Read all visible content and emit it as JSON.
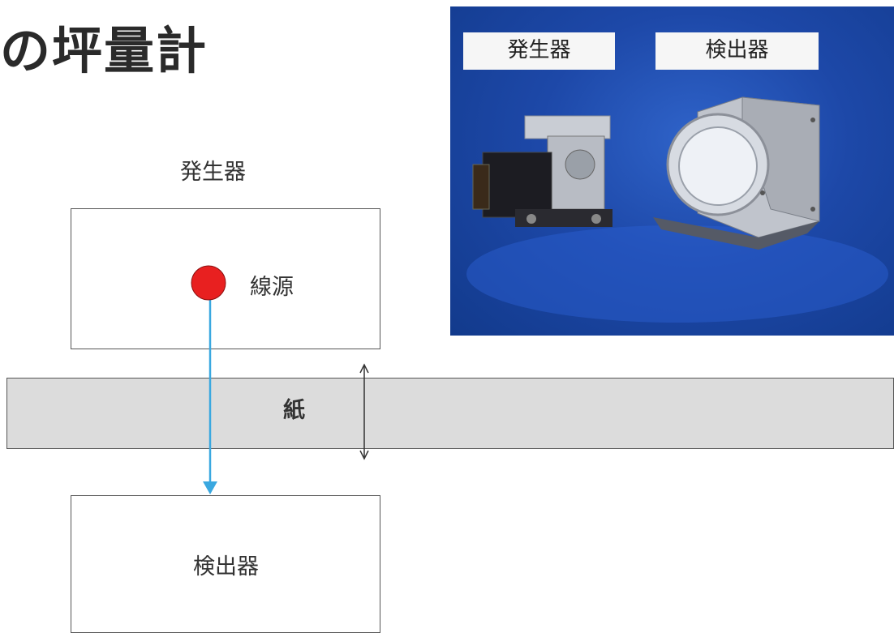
{
  "title": "の坪量計",
  "diagram": {
    "generator_label": "発生器",
    "source_label": "線源",
    "paper_label": "紙",
    "detector_label": "検出器"
  },
  "photo": {
    "generator_tag": "発生器",
    "detector_tag": "検出器"
  },
  "colors": {
    "source_dot": "#e82020",
    "beam_arrow": "#3aa8e0",
    "paper_fill": "#dcdcdc",
    "photo_bg": "#1d48a8"
  }
}
